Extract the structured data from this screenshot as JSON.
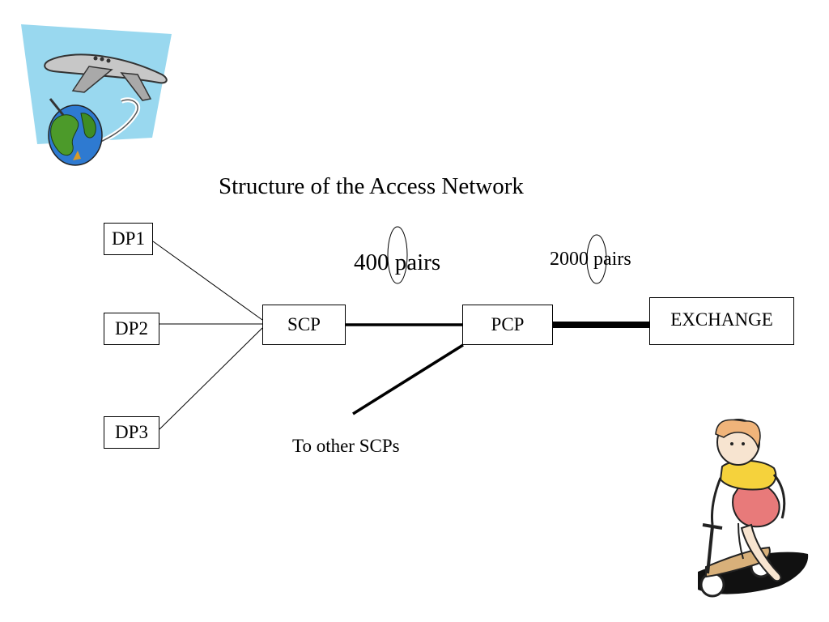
{
  "title": "Structure of the Access Network",
  "nodes": {
    "dp1": "DP1",
    "dp2": "DP2",
    "dp3": "DP3",
    "scp": "SCP",
    "pcp": "PCP",
    "exchange": "EXCHANGE"
  },
  "labels": {
    "scp_pcp_cable": "400 pairs",
    "pcp_exchange_cable": "2000 pairs",
    "other_branch": "To other SCPs"
  },
  "clipart": {
    "top_left": "airplane-globe-illustration",
    "bottom_right": "child-on-scooter-illustration"
  }
}
